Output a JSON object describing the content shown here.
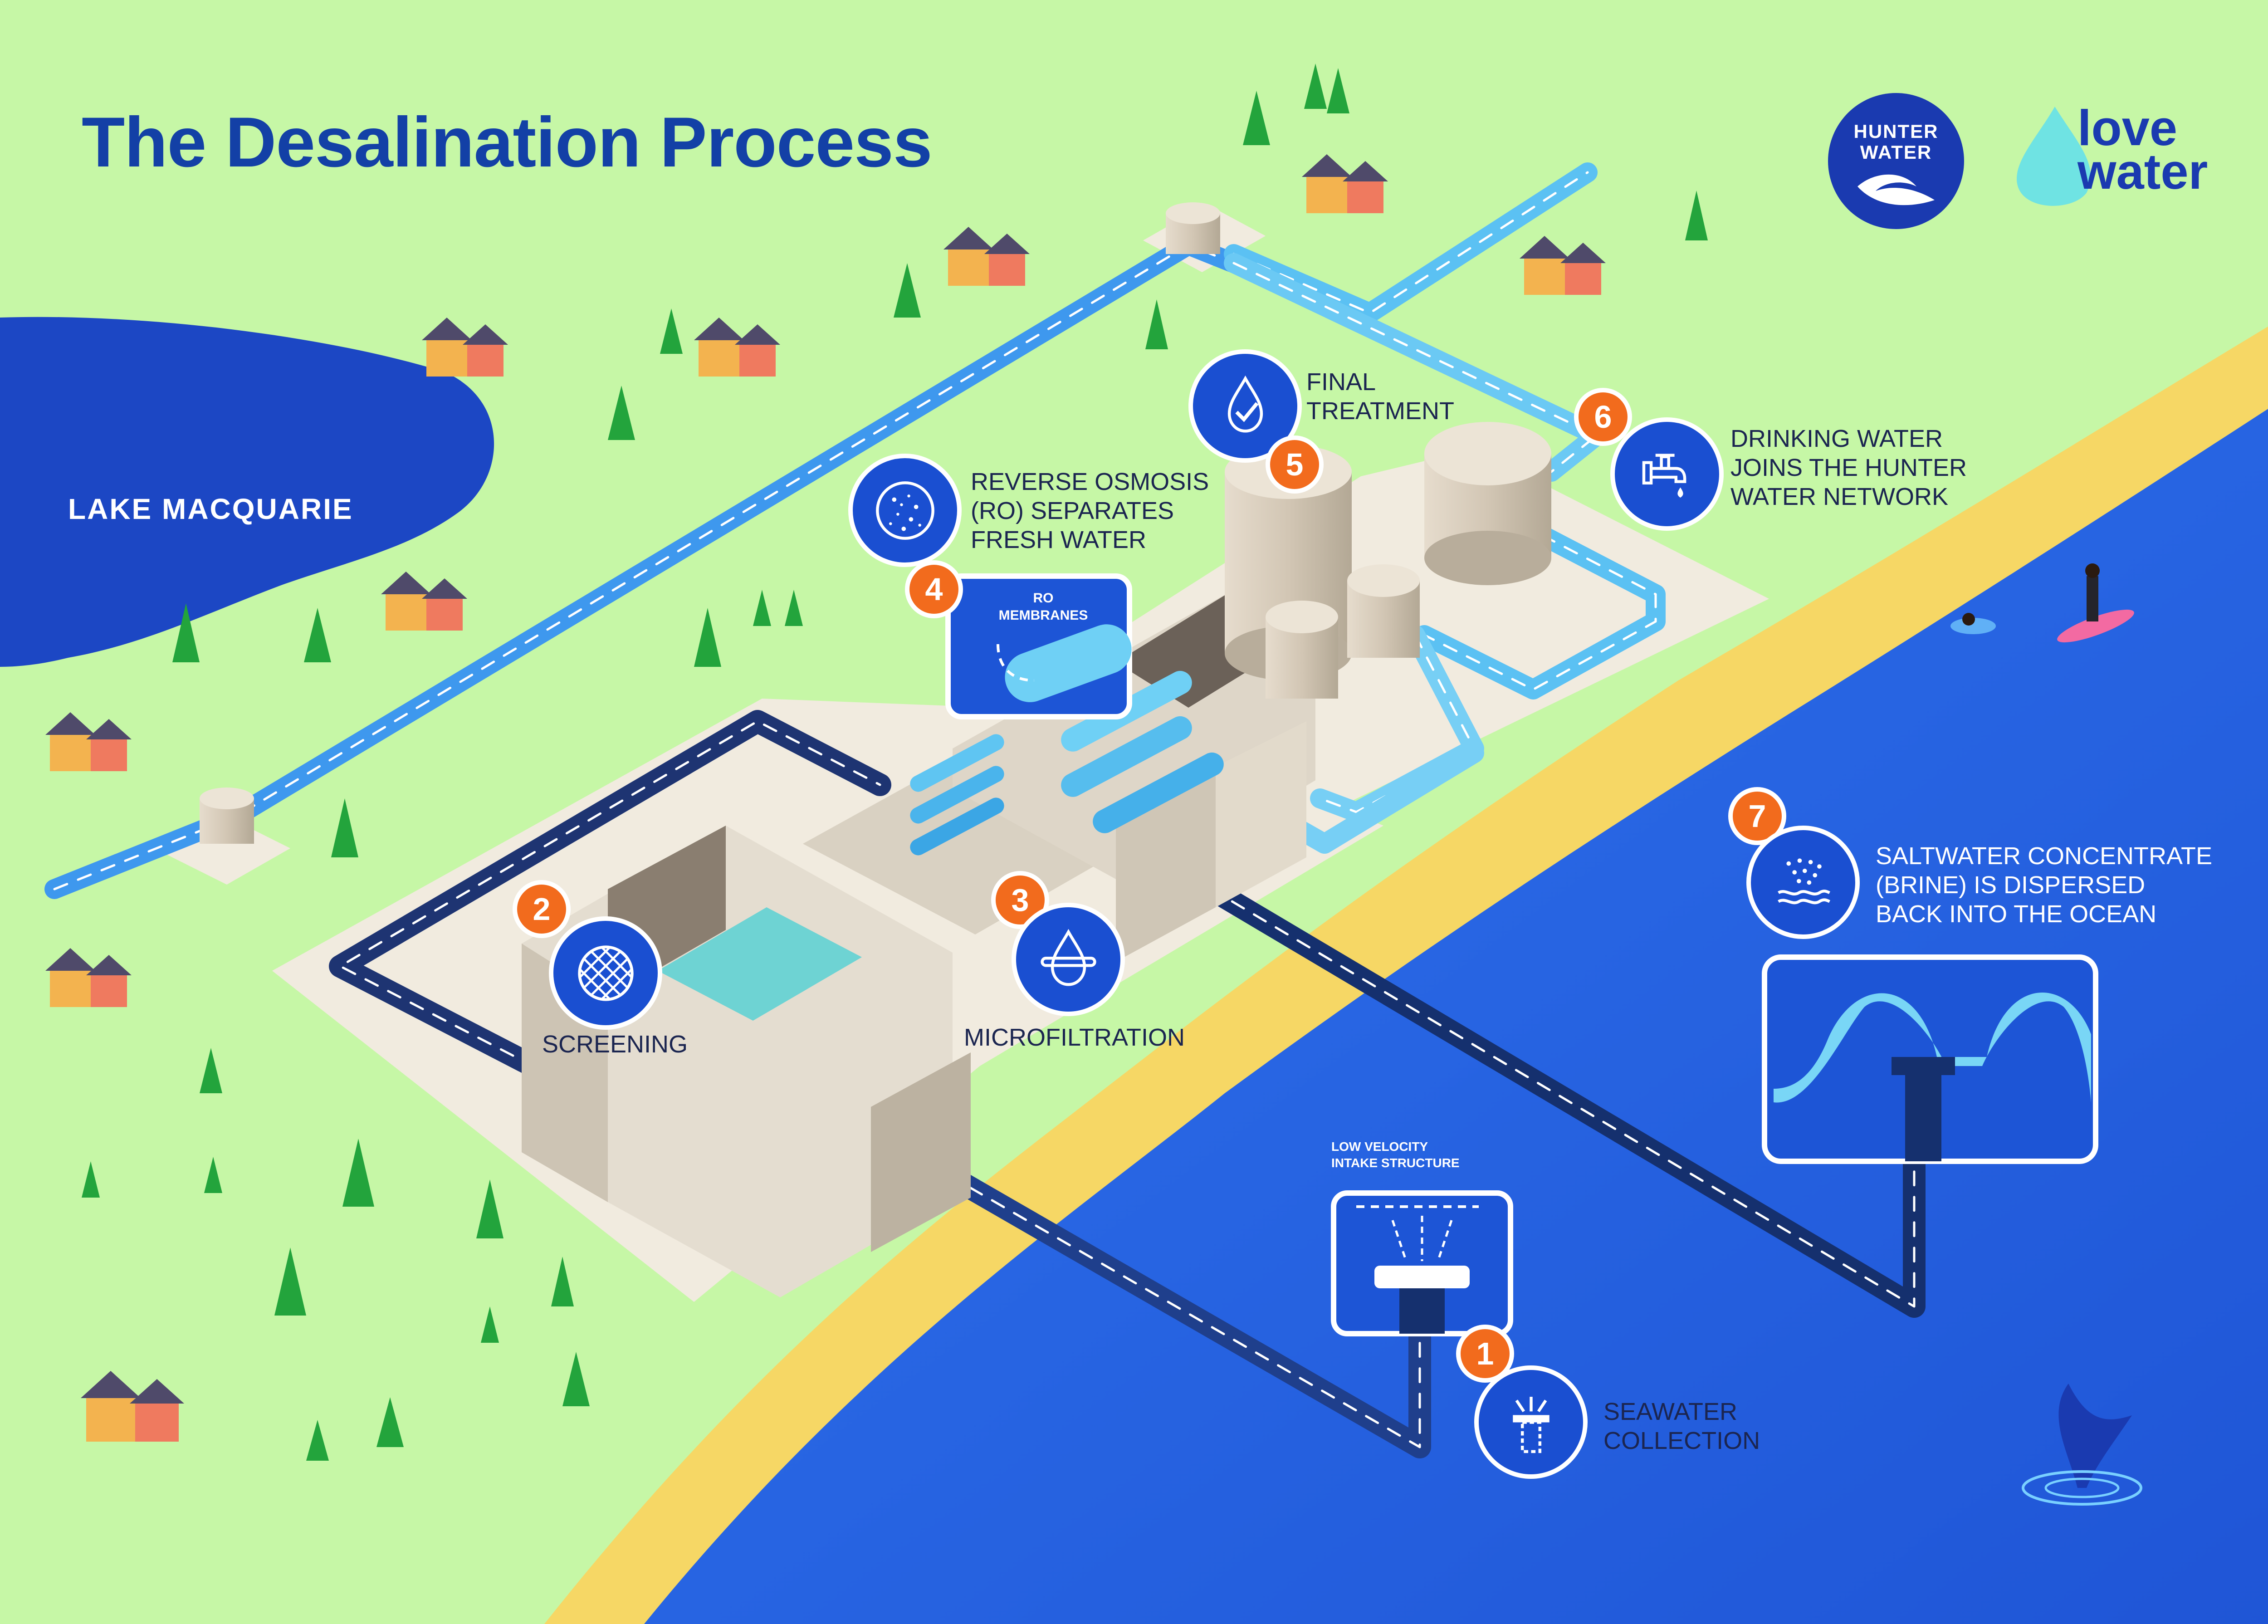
{
  "title": "The Desalination Process",
  "lake_label": "LAKE MACQUARIE",
  "logos": {
    "hunter_water": [
      "HUNTER",
      "WATER"
    ],
    "love_water": [
      "love",
      "water"
    ]
  },
  "steps": [
    {
      "number": "1",
      "label": [
        "SEAWATER",
        "COLLECTION"
      ],
      "icon": "intake-icon"
    },
    {
      "number": "2",
      "label": [
        "SCREENING"
      ],
      "icon": "mesh-screen-icon"
    },
    {
      "number": "3",
      "label": [
        "MICROFILTRATION"
      ],
      "icon": "filter-drop-icon"
    },
    {
      "number": "4",
      "label": [
        "REVERSE OSMOSIS",
        "(RO) SEPARATES",
        "FRESH WATER"
      ],
      "icon": "membrane-dots-icon"
    },
    {
      "number": "5",
      "label": [
        "FINAL",
        "TREATMENT"
      ],
      "icon": "checked-drop-icon"
    },
    {
      "number": "6",
      "label": [
        "DRINKING WATER",
        "JOINS THE HUNTER",
        "WATER NETWORK"
      ],
      "icon": "tap-icon"
    },
    {
      "number": "7",
      "label": [
        "SALTWATER CONCENTRATE",
        "(BRINE) IS DISPERSED",
        "BACK INTO THE OCEAN"
      ],
      "icon": "brine-icon"
    }
  ],
  "ro_caption": [
    "RO",
    "MEMBRANES"
  ],
  "intake_caption": [
    "LOW VELOCITY",
    "INTAKE STRUCTURE"
  ],
  "colors": {
    "grass": "#c6f7a6",
    "ocean": "#2866e6",
    "lake": "#1c47c4",
    "sand": "#f6d765",
    "accent_orange": "#f26b1d",
    "navy": "#1a3ab0",
    "pipe_dark": "#1e3472",
    "pipe_light": "#55b9f2"
  }
}
